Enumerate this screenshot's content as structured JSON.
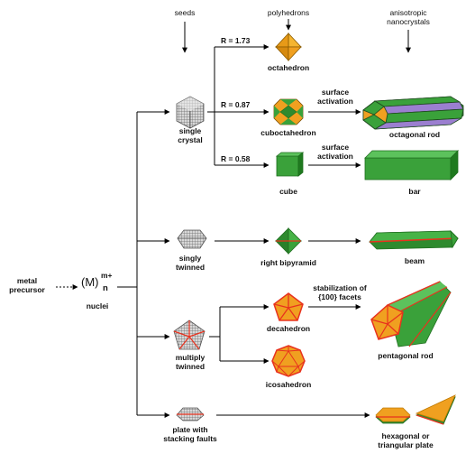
{
  "headers": {
    "seeds": "seeds",
    "polyhedrons": "polyhedrons",
    "anisotropic": "anisotropic\nnanocrystals"
  },
  "ratios": {
    "r1": "R = 1.73",
    "r2": "R = 0.87",
    "r3": "R = 0.58"
  },
  "precursor": "metal\nprecursor",
  "nuclei": {
    "base": "(M)",
    "sup": "m+",
    "sub": "n",
    "label": "nuclei"
  },
  "seeds": {
    "single": "single\ncrystal",
    "singly": "singly\ntwinned",
    "multiply": "multiply\ntwinned",
    "plate": "plate with\nstacking faults"
  },
  "polyhedrons": {
    "octahedron": "octahedron",
    "cuboctahedron": "cuboctahedron",
    "cube": "cube",
    "right_bipyramid": "right bipyramid",
    "decahedron": "decahedron",
    "icosahedron": "icosahedron"
  },
  "steps": {
    "surface_activation_1": "surface\nactivation",
    "surface_activation_2": "surface\nactivation",
    "stabilization": "stabilization of\n{100} facets"
  },
  "products": {
    "octagonal_rod": "octagonal rod",
    "bar": "bar",
    "beam": "beam",
    "pentagonal_rod": "pentagonal rod",
    "plate": "hexagonal or\ntriangular plate"
  },
  "colors": {
    "green": "#3aa13a",
    "dark_green": "#1f6e1f",
    "orange": "#f0a020",
    "red": "#e8321e",
    "purple": "#9b7fd0",
    "gray_seed": "#9a9a9a"
  }
}
